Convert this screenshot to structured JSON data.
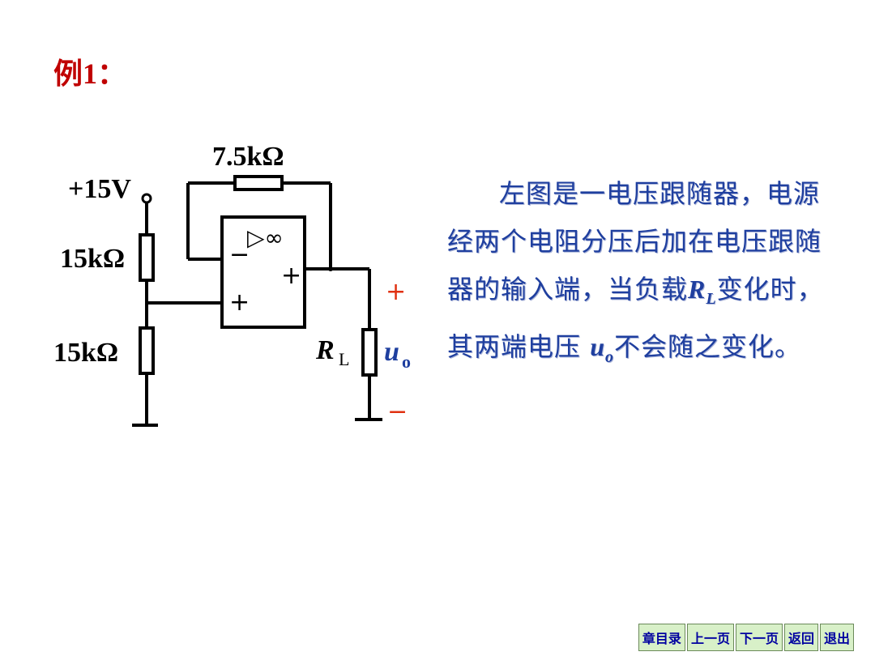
{
  "title": "例1：",
  "circuit": {
    "supply_label": "+15V",
    "feedback_resistor": "7.5kΩ",
    "upper_divider": "15kΩ",
    "lower_divider": "15kΩ",
    "opamp_symbol": "▷∞",
    "opamp_minus": "−",
    "opamp_plus": "+",
    "opamp_out_plus": "+",
    "load_R": "R",
    "load_R_sub": "L",
    "output_u": "u",
    "output_u_sub": "o",
    "output_plus": "+",
    "output_minus": "−"
  },
  "description": {
    "line_parts": [
      "左图是一电压跟随器，电源经两个电阻分压后加在电压跟随器的输入端，当负载",
      "R",
      "L",
      "变化时，其两端电压 ",
      "u",
      "o",
      "不会随之变化。"
    ]
  },
  "nav": {
    "chapter": "章目录",
    "prev": "上一页",
    "next": "下一页",
    "back": "返回",
    "exit": "退出"
  },
  "colors": {
    "title": "#c00000",
    "text": "#1f3f9f",
    "accent_red": "#e03010"
  }
}
